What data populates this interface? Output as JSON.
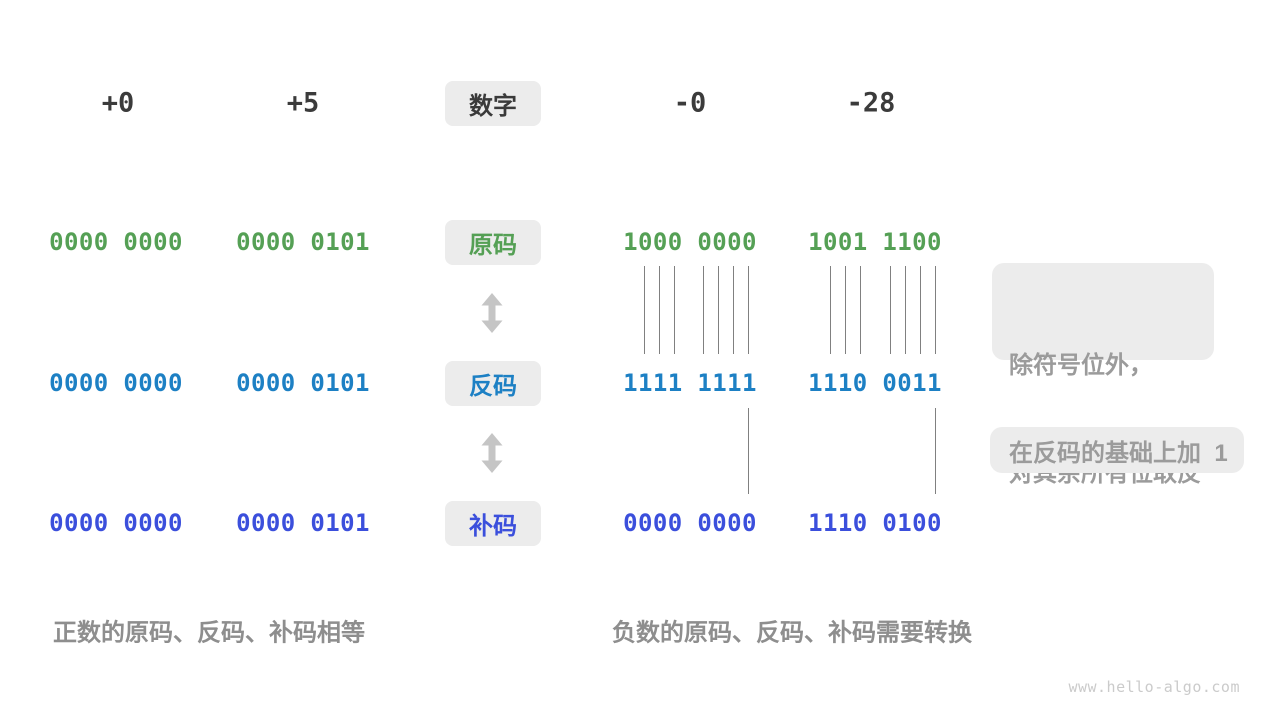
{
  "page": {
    "watermark": "www.hello-algo.com"
  },
  "colors": {
    "sign_magnitude_green": "#55a055",
    "ones_complement_blue": "#1d80c4",
    "twos_complement_indigo": "#3b4fdc",
    "number_label_dark": "#3b3b3b",
    "tag_box_bg": "#ececec",
    "annotation_text_gray": "#9b9b9b",
    "caption_text_gray": "#8e8e8e",
    "bit_line_gray": "#808080",
    "arrow_gray": "#c5c5c5",
    "watermark_gray": "#cbcbcb"
  },
  "header": {
    "tag_label": "数字",
    "numbers": [
      "+0",
      "+5",
      "-0",
      "-28"
    ]
  },
  "rows": [
    {
      "tag_label": "原码",
      "name": "sign-magnitude",
      "values": {
        "pos0": "0000 0000",
        "pos5": "0000 0101",
        "neg0": "1000 0000",
        "neg28": "1001 1100"
      }
    },
    {
      "tag_label": "反码",
      "name": "ones-complement",
      "values": {
        "pos0": "0000 0000",
        "pos5": "0000 0101",
        "neg0": "1111 1111",
        "neg28": "1110 0011"
      }
    },
    {
      "tag_label": "补码",
      "name": "twos-complement",
      "values": {
        "pos0": "0000 0000",
        "pos5": "0000 0101",
        "neg0": "0000 0000",
        "neg28": "1110 0100"
      }
    }
  ],
  "annotations": {
    "invert_line1": "除符号位外，",
    "invert_line2": "对其余所有位取反",
    "add_one": "在反码的基础上加  1"
  },
  "captions": {
    "positive": "正数的原码、反码、补码相等",
    "negative": "负数的原码、反码、补码需要转换"
  }
}
